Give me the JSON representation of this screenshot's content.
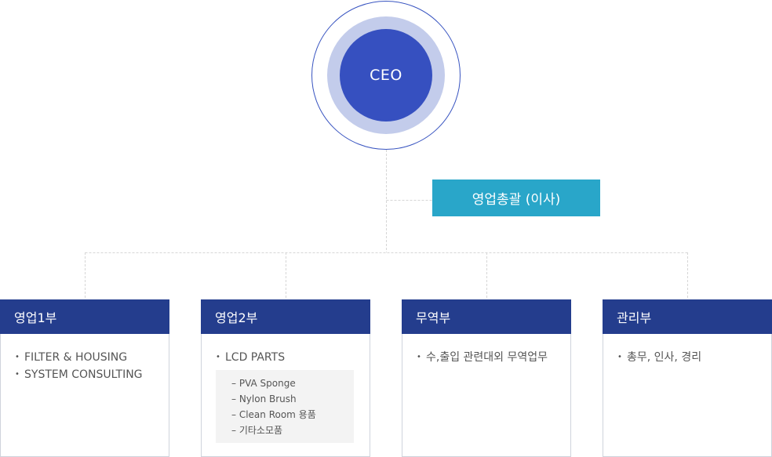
{
  "ceo": {
    "label": "CEO"
  },
  "director": {
    "label": "영업총괄 (이사)"
  },
  "departments": [
    {
      "name": "영업1부",
      "items": [
        "FILTER & HOUSING",
        "SYSTEM CONSULTING"
      ],
      "subitems": []
    },
    {
      "name": "영업2부",
      "items": [
        "LCD PARTS"
      ],
      "subitems": [
        "PVA Sponge",
        "Nylon Brush",
        "Clean Room 용품",
        "기타소모품"
      ]
    },
    {
      "name": "무역부",
      "items": [
        "수,출입 관련대외 무역업무"
      ],
      "subitems": []
    },
    {
      "name": "관리부",
      "items": [
        "총무, 인사, 경리"
      ],
      "subitems": []
    }
  ],
  "colors": {
    "ceo_core": "#3650c0",
    "ceo_ring": "#c3cceb",
    "director": "#29a6c9",
    "dept_header": "#243d8d",
    "connector": "#d8d8d8"
  }
}
